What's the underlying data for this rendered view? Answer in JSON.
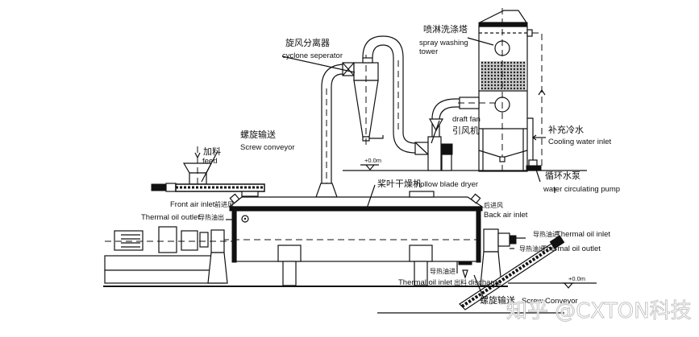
{
  "diagram": {
    "title": "Hollow blade dryer process flow",
    "components": {
      "spray_tower": {
        "zh": "喷淋洗涤塔",
        "en1": "spray washing",
        "en2": "tower"
      },
      "cyclone": {
        "zh": "旋风分离器",
        "en": "cyclone seperator"
      },
      "draft_fan": {
        "zh": "引风机",
        "en": "draft fan"
      },
      "cooling_water": {
        "zh": "补充冷水",
        "en": "Cooling water inlet"
      },
      "pump": {
        "zh": "循环水泵",
        "en": "water circulating pump"
      },
      "screw_feed": {
        "zh": "螺旋输送",
        "en": "Screw conveyor"
      },
      "feed": {
        "zh": "加料",
        "en": "feed"
      },
      "dryer": {
        "zh": "桨叶干燥机",
        "en": "hollow blade dryer"
      },
      "front_air": {
        "zh": "前进风",
        "en": "Front air inlet"
      },
      "back_air": {
        "zh": "后进风",
        "en": "Back air inlet"
      },
      "oil_outlet_left": {
        "zh": "导热油出",
        "en": "Thermal oil outlet"
      },
      "oil_inlet_right": {
        "zh": "导热油进",
        "en": "Thermal oil inlet"
      },
      "oil_outlet_right": {
        "zh": "导热油出",
        "en": "Thermal oil outlet"
      },
      "oil_inlet_bottom": {
        "zh": "导热油进",
        "en": "Thermal oil inlet"
      },
      "discharge": {
        "zh": "出料",
        "en": "discharge"
      },
      "screw_discharge": {
        "zh": "螺旋输送",
        "en": "Screw Conveyor"
      }
    },
    "levels": {
      "zero": "+0.0m"
    },
    "watermark": "知乎 @CXTON科技"
  }
}
